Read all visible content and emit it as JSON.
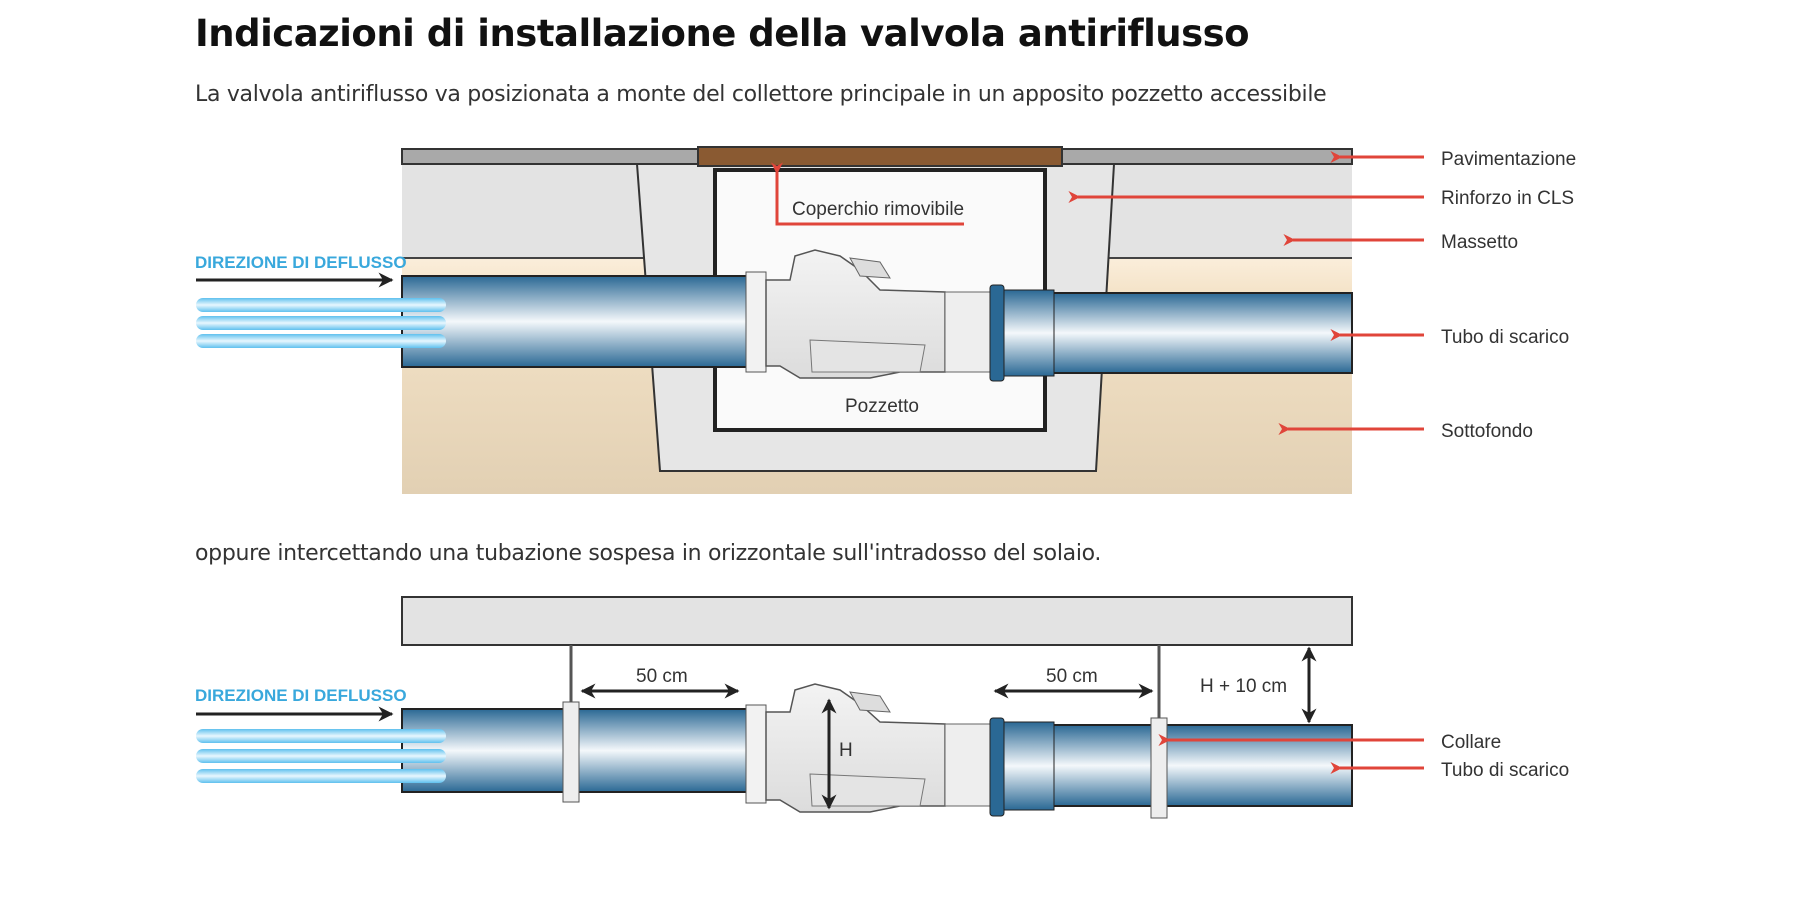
{
  "title": "Indicazioni di installazione della valvola antiriflusso",
  "intro_text": "La valvola antiriflusso va posizionata a monte del collettore principale in un apposito pozzetto accessibile",
  "second_text": "oppure intercettando una tubazione sospesa in orizzontale sull'intradosso del solaio.",
  "diagram1": {
    "flow_label": "DIREZIONE DI DEFLUSSO",
    "cover_label": "Coperchio rimovibile",
    "well_label": "Pozzetto",
    "legend": [
      "Pavimentazione",
      "Rinforzo in CLS",
      "Massetto",
      "Tubo di scarico",
      "Sottofondo"
    ]
  },
  "diagram2": {
    "flow_label": "DIREZIONE DI DEFLUSSO",
    "dim_left": "50 cm",
    "dim_right": "50 cm",
    "dim_height": "H + 10 cm",
    "valve_height": "H",
    "legend": [
      "Collare",
      "Tubo di scarico"
    ]
  },
  "colors": {
    "arrow": "#e0453a",
    "pipe": "#2f6f9e",
    "flow": "#39a8dc",
    "cover": "#8a5a32"
  }
}
